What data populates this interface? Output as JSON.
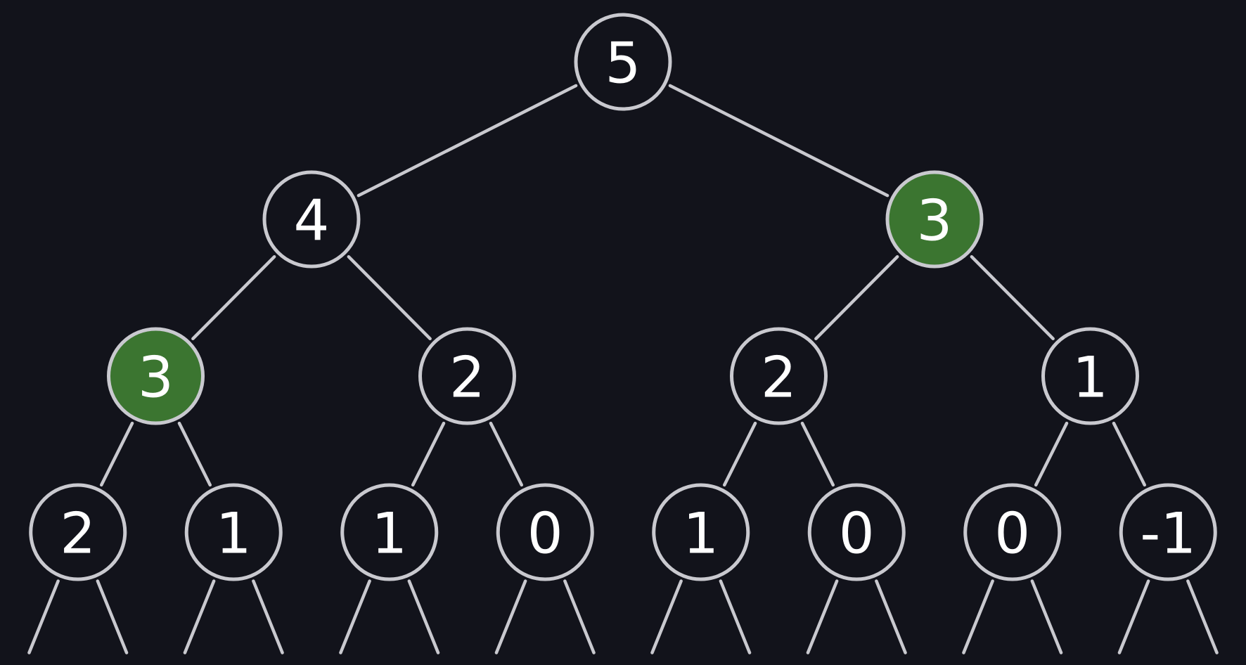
{
  "tree": {
    "highlight_color": "#3b7530",
    "node_fill": "#12131b",
    "stroke_color": "#c9c9cf",
    "levels": [
      [
        {
          "value": "5",
          "highlighted": false
        }
      ],
      [
        {
          "value": "4",
          "highlighted": false
        },
        {
          "value": "3",
          "highlighted": true
        }
      ],
      [
        {
          "value": "3",
          "highlighted": true
        },
        {
          "value": "2",
          "highlighted": false
        },
        {
          "value": "2",
          "highlighted": false
        },
        {
          "value": "1",
          "highlighted": false
        }
      ],
      [
        {
          "value": "2",
          "highlighted": false
        },
        {
          "value": "1",
          "highlighted": false
        },
        {
          "value": "1",
          "highlighted": false
        },
        {
          "value": "0",
          "highlighted": false
        },
        {
          "value": "1",
          "highlighted": false
        },
        {
          "value": "0",
          "highlighted": false
        },
        {
          "value": "0",
          "highlighted": false
        },
        {
          "value": "-1",
          "highlighted": false
        }
      ]
    ],
    "leaf_children_continue": true
  }
}
